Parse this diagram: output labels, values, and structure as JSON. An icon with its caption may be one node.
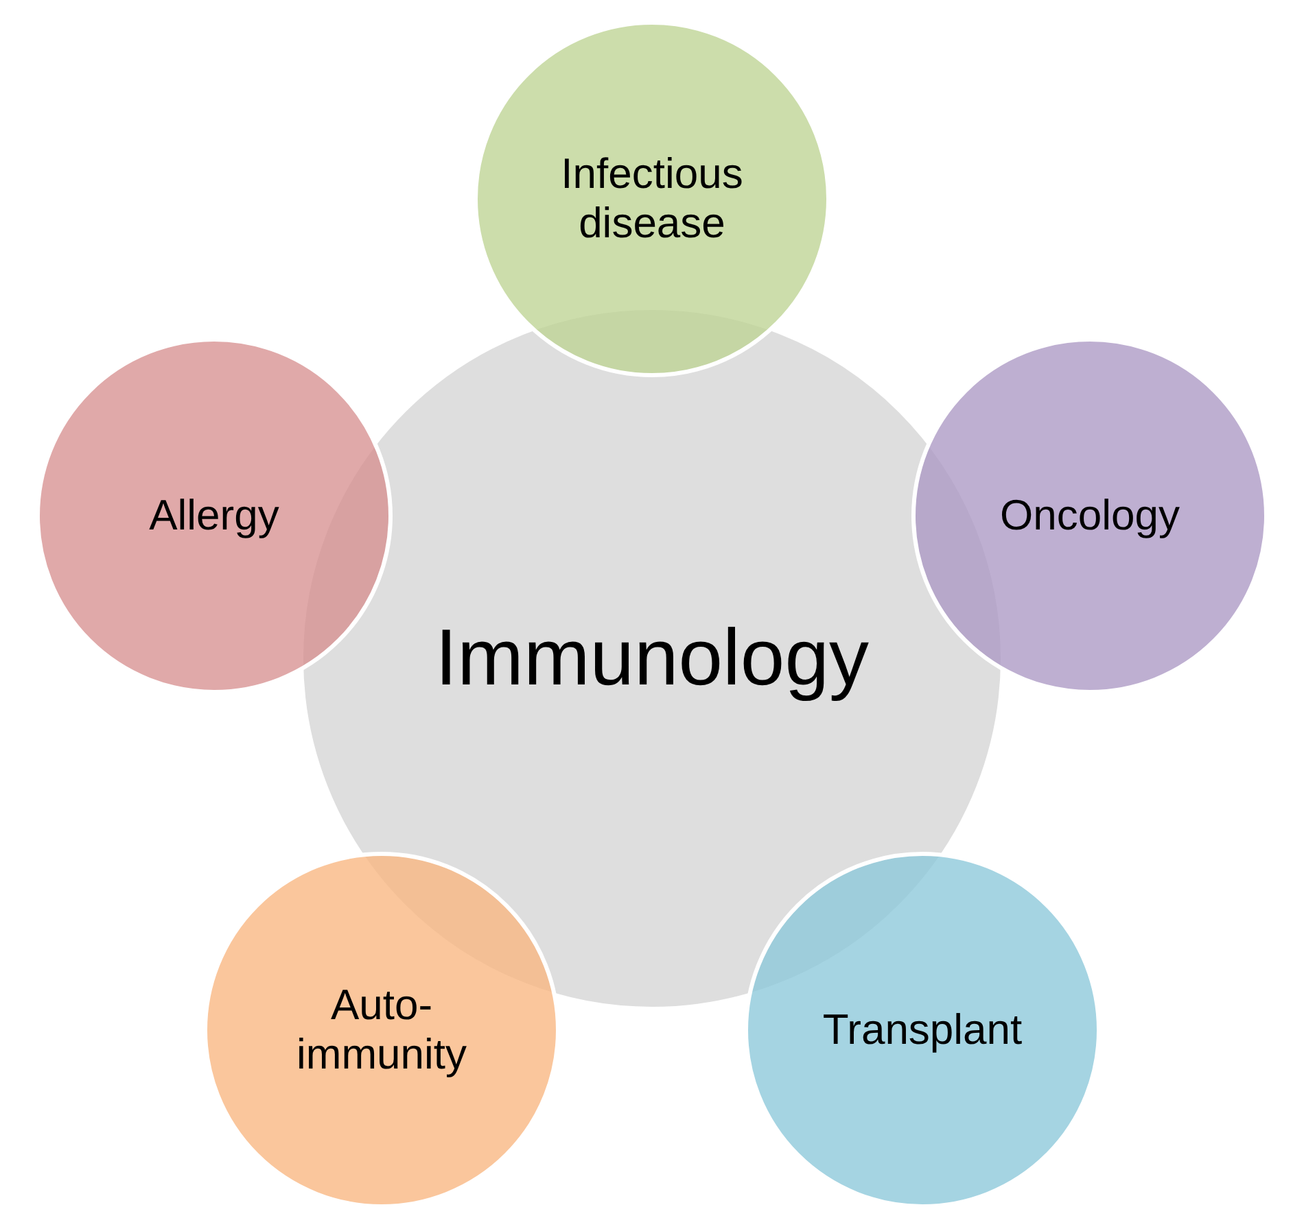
{
  "diagram": {
    "nodes": [
      {
        "text": [
          "Infectious disease"
        ]
      },
      {
        "text": [
          "Allergy"
        ]
      },
      {
        "text": [
          "Oncology"
        ]
      },
      {
        "text": [
          "Immunology"
        ]
      },
      {
        "text": [
          "Auto- immunity"
        ]
      },
      {
        "text": [
          "Transplant"
        ]
      }
    ]
  }
}
